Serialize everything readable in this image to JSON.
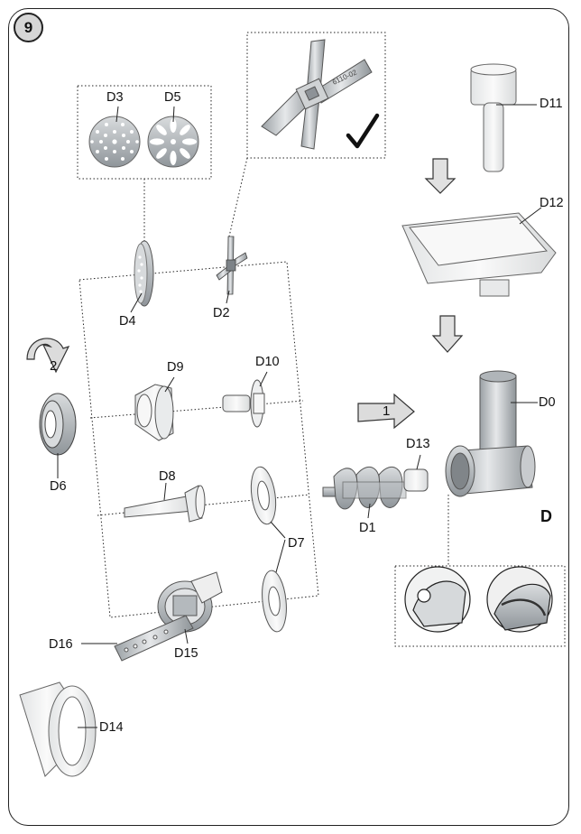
{
  "step": {
    "number": "9"
  },
  "section_letter": "D",
  "arrows": {
    "step1": "1",
    "step2": "2"
  },
  "blade_stamp": "6110-02",
  "labels": {
    "d0": "D0",
    "d1": "D1",
    "d2": "D2",
    "d3": "D3",
    "d4": "D4",
    "d5": "D5",
    "d6": "D6",
    "d7": "D7",
    "d8": "D8",
    "d9": "D9",
    "d10": "D10",
    "d11": "D11",
    "d12": "D12",
    "d13": "D13",
    "d14": "D14",
    "d15": "D15",
    "d16": "D16"
  },
  "colors": {
    "line": "#222222",
    "metal": "#bfc3c6",
    "plastic": "#f2f3f3",
    "arrow_fill": "#dcdcdc"
  }
}
